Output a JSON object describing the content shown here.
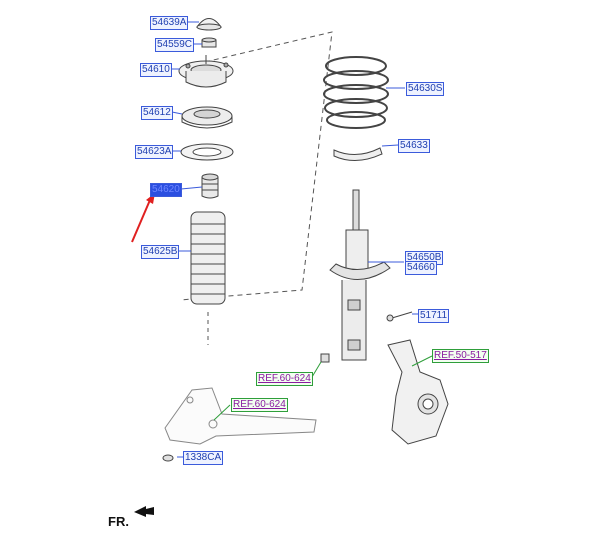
{
  "parts": {
    "p54639A": "54639A",
    "p54559C": "54559C",
    "p54610": "54610",
    "p54612": "54612",
    "p54623A": "54623A",
    "p54620": "54620",
    "p54625B": "54625B",
    "p54630S": "54630S",
    "p54633": "54633",
    "p54650B": "54650B",
    "p54660": "54660",
    "p51711": "51711",
    "p1338CA": "1338CA"
  },
  "refs": {
    "ref_50_517": "REF.50-517",
    "ref_60_624_a": "REF.60-624",
    "ref_60_624_b": "REF.60-624"
  },
  "direction_label": "FR.",
  "colors": {
    "label_border": "#3b5bdb",
    "label_text": "#1f3fb0",
    "highlight": "#2b4fe0",
    "ref_border": "#2e9e3a",
    "ref_text": "#8a1aa0",
    "arrow": "#e02020"
  },
  "icons": {
    "pointer_arrow": "red-arrow-icon",
    "front_arrow": "front-direction-arrow-icon"
  }
}
